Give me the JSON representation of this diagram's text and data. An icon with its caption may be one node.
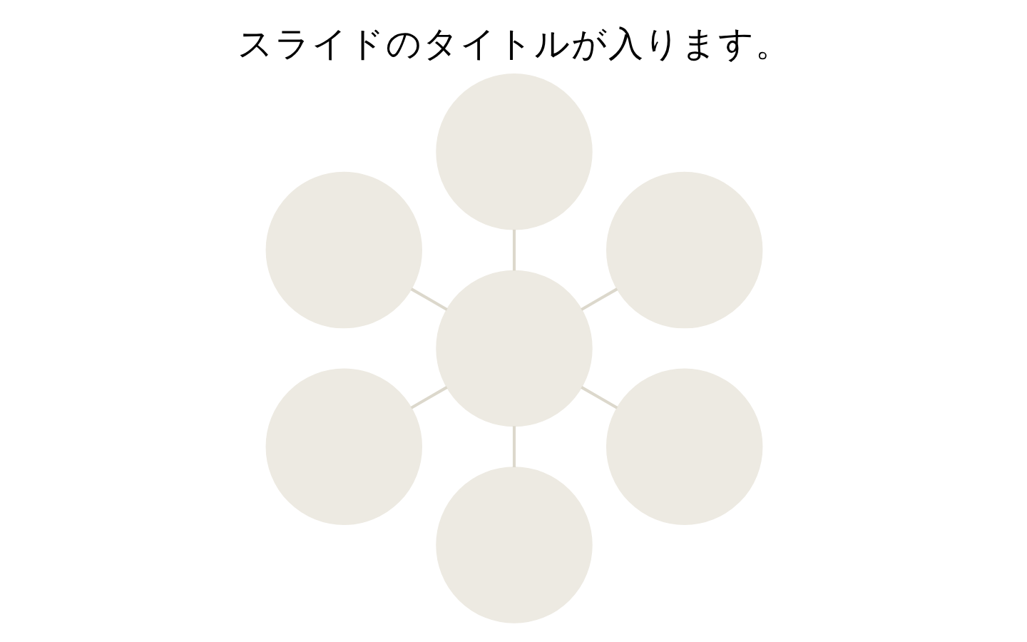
{
  "diagram": {
    "title": "スライドのタイトルが入ります。",
    "nodes": [
      {
        "text": [],
        "shape": "person"
      },
      {
        "text": [],
        "shape": "person"
      },
      {
        "text": [],
        "shape": "person"
      },
      {
        "text": [],
        "shape": "person"
      },
      {
        "text": [],
        "shape": "person"
      },
      {
        "text": [],
        "shape": "person"
      },
      {
        "text": [],
        "shape": "person"
      }
    ],
    "edges": [
      {
        "from": 3,
        "to": 0,
        "arrow": "none"
      },
      {
        "from": 3,
        "to": 1,
        "arrow": "none"
      },
      {
        "from": 3,
        "to": 2,
        "arrow": "none"
      },
      {
        "from": 3,
        "to": 4,
        "arrow": "none"
      },
      {
        "from": 3,
        "to": 5,
        "arrow": "none"
      },
      {
        "from": 3,
        "to": 6,
        "arrow": "none"
      }
    ]
  }
}
